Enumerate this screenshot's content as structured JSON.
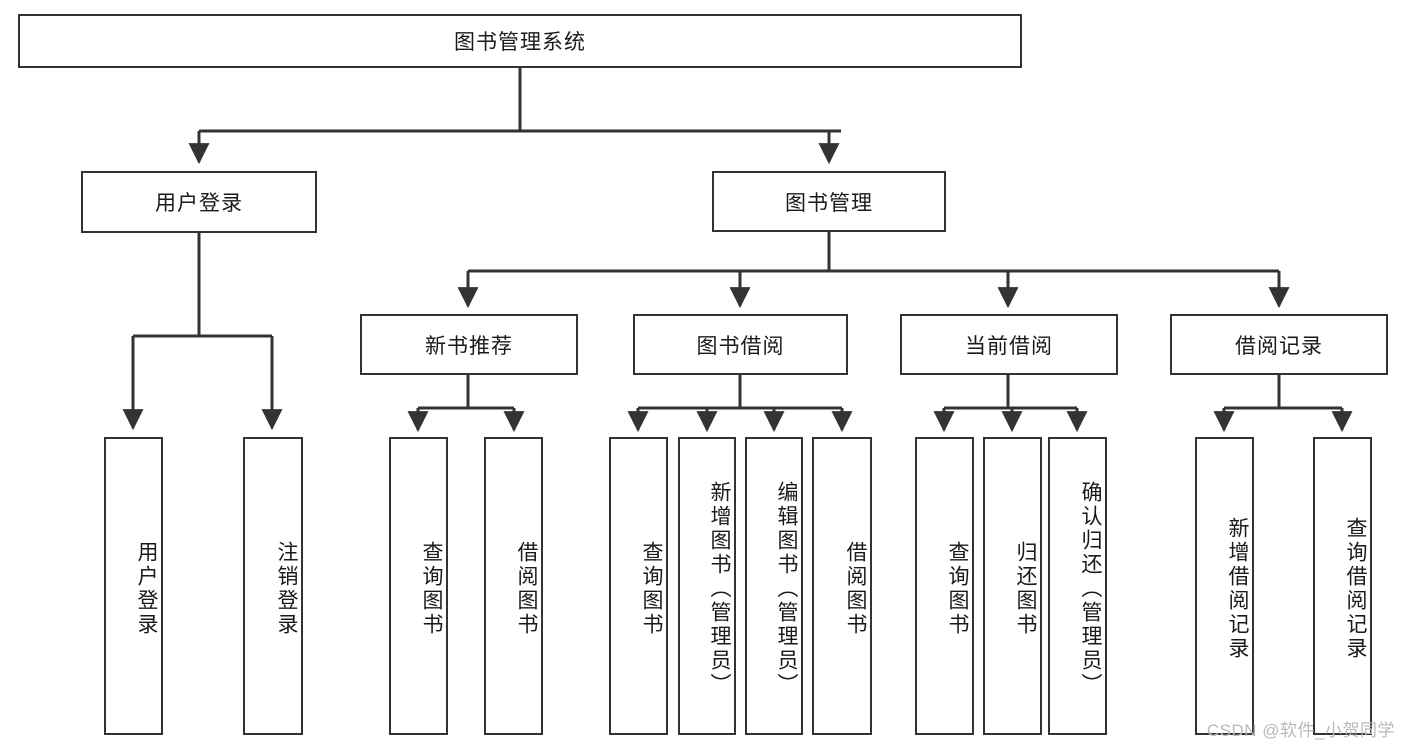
{
  "diagram": {
    "title_node": {
      "label": "图书管理系统"
    },
    "level2": [
      {
        "id": "user-login",
        "label": "用户登录"
      },
      {
        "id": "book-management",
        "label": "图书管理"
      }
    ],
    "level3": [
      {
        "id": "new-book-recommend",
        "label": "新书推荐"
      },
      {
        "id": "book-borrow",
        "label": "图书借阅"
      },
      {
        "id": "current-borrow",
        "label": "当前借阅"
      },
      {
        "id": "borrow-record",
        "label": "借阅记录"
      }
    ],
    "leaves": [
      {
        "id": "leaf-user-login",
        "label": "用户登录"
      },
      {
        "id": "leaf-logout-login",
        "label": "注销登录"
      },
      {
        "id": "leaf-query-book-1",
        "label": "查询图书"
      },
      {
        "id": "leaf-borrow-book-1",
        "label": "借阅图书"
      },
      {
        "id": "leaf-query-book-2",
        "label": "查询图书"
      },
      {
        "id": "leaf-add-book",
        "label": "新增图书（管理员）"
      },
      {
        "id": "leaf-edit-book",
        "label": "编辑图书（管理员）"
      },
      {
        "id": "leaf-borrow-book-2",
        "label": "借阅图书"
      },
      {
        "id": "leaf-query-book-3",
        "label": "查询图书"
      },
      {
        "id": "leaf-return-book",
        "label": "归还图书"
      },
      {
        "id": "leaf-confirm-return",
        "label": "确认归还（管理员）"
      },
      {
        "id": "leaf-add-borrow-record",
        "label": "新增借阅记录"
      },
      {
        "id": "leaf-query-borrow-record",
        "label": "查询借阅记录"
      }
    ],
    "colors": {
      "line": "#333333",
      "box_border": "#333333",
      "box_fill": "#ffffff",
      "text": "#1a1a1a",
      "watermark": "#b9b9b9",
      "background": "#ffffff"
    }
  },
  "watermark": {
    "text": "CSDN @软件_小贺同学"
  }
}
